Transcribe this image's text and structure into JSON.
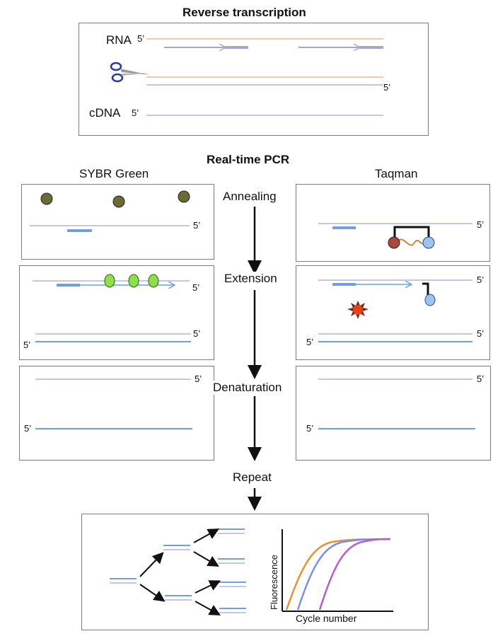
{
  "titles": {
    "reverse_transcription": "Reverse transcription",
    "realtime_pcr": "Real-time PCR"
  },
  "columns": {
    "left": "SYBR Green",
    "right": "Taqman"
  },
  "rt_panel": {
    "rna_label": "RNA",
    "cdna_label": "cDNA",
    "five_prime": "5’"
  },
  "steps": {
    "annealing": "Annealing",
    "extension": "Extension",
    "denaturation": "Denaturation",
    "repeat": "Repeat"
  },
  "five_prime": "5’",
  "amplification_chart": {
    "ylabel": "Fluorescence",
    "xlabel": "Cycle number"
  },
  "colors": {
    "rna": "#f5c9a8",
    "template": "#c5c7dc",
    "primer": "#6f9fdc",
    "rt_arrow": "#a9a4cc",
    "sybr_bound": "#8ee04a",
    "sybr_free": "#6b6b34",
    "reporter": "#9ec3f0",
    "quencher": "#a24a3e",
    "released_reporter": "#e8401a",
    "curve_1": "#e8912e",
    "curve_2": "#7a8fe8",
    "curve_3": "#b35fcf"
  }
}
